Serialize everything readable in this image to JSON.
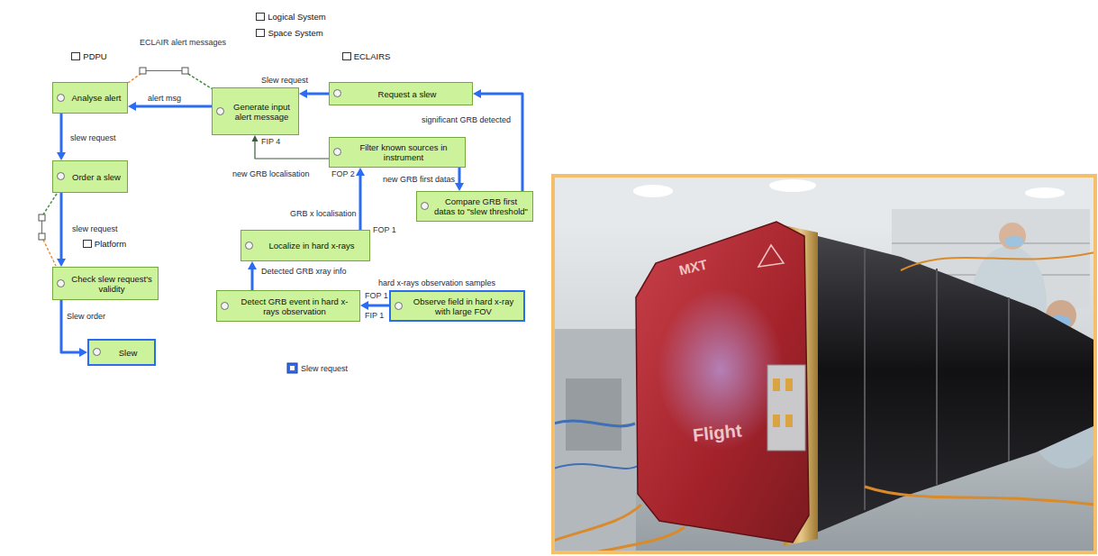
{
  "diagram": {
    "nodes": [
      {
        "text": [
          "Logical System"
        ]
      },
      {
        "text": [
          "Space System"
        ],
        "in": 0
      },
      {
        "text": [
          "PDPU"
        ],
        "in": 1
      },
      {
        "text": [
          "ECLAIRS"
        ],
        "in": 1
      },
      {
        "text": [
          "Platform"
        ],
        "in": 1
      },
      {
        "text": [
          "Analyse alert"
        ],
        "in": 2
      },
      {
        "text": [
          "Order a slew"
        ],
        "in": 2
      },
      {
        "text": [
          "Generate input alert message"
        ],
        "in": 3
      },
      {
        "text": [
          "Request a slew"
        ],
        "in": 3
      },
      {
        "text": [
          "Filter known sources in instrument"
        ],
        "in": 3
      },
      {
        "text": [
          "Compare GRB first datas to \"slew threshold\""
        ],
        "in": 3
      },
      {
        "text": [
          "Localize in hard x-rays"
        ],
        "in": 3
      },
      {
        "text": [
          "Detect GRB event in hard x-rays observation"
        ],
        "in": 3
      },
      {
        "text": [
          "Observe field in hard x-ray with large FOV"
        ],
        "in": 3
      },
      {
        "text": [
          "Check slew request's validity"
        ],
        "in": 4
      },
      {
        "text": [
          "Slew"
        ],
        "in": 4
      }
    ],
    "edges": [
      {
        "from": 13,
        "to": 12,
        "label": "hard x-rays observation samples",
        "arrow": "to"
      },
      {
        "from": 12,
        "to": 11,
        "label": "Detected GRB xray info",
        "arrow": "to"
      },
      {
        "from": 11,
        "to": 9,
        "label": "GRB x localisation",
        "arrow": "to"
      },
      {
        "from": 9,
        "to": 10,
        "label": "new GRB first datas",
        "arrow": "to"
      },
      {
        "from": 10,
        "to": 8,
        "label": "significant GRB detected",
        "arrow": "to"
      },
      {
        "from": 8,
        "to": 7,
        "label": "Slew request",
        "arrow": "to"
      },
      {
        "from": 9,
        "to": 7,
        "label": "new GRB localisation",
        "arrow": "to"
      },
      {
        "from": 7,
        "to": 5,
        "label": "alert msg",
        "arrow": "to"
      },
      {
        "from": 5,
        "to": 6,
        "label": "slew request",
        "arrow": "to"
      },
      {
        "from": 6,
        "to": 14,
        "label": "slew request",
        "arrow": "to"
      },
      {
        "from": 14,
        "to": 15,
        "label": "Slew order",
        "arrow": "to"
      }
    ],
    "labels": [
      "ECLAIR alert messages",
      "FIP 4",
      "FOP 2",
      "FOP 1",
      "FIP 1",
      "FOP 1",
      "Slew request",
      "MXT",
      "Flight"
    ]
  }
}
